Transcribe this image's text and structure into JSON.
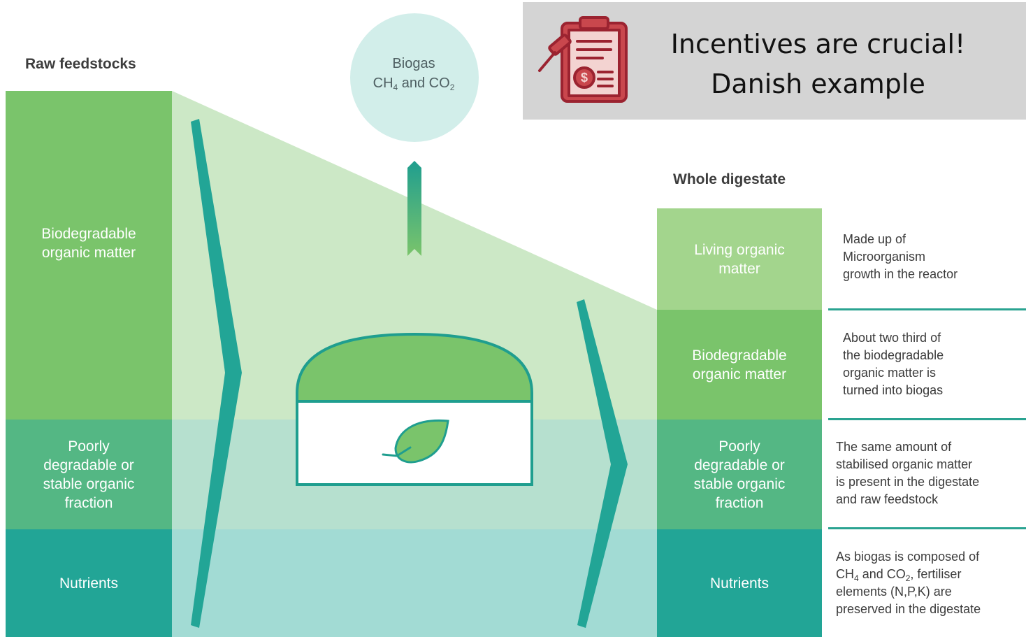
{
  "banner": {
    "title": "Incentives are crucial!\nDanish example",
    "icon": "clipboard-gavel-dollar-icon",
    "icon_color": "#9b2330"
  },
  "raw_feedstocks": {
    "heading": "Raw feedstocks",
    "biodegradable": "Biodegradable\norganic matter",
    "poorly": "Poorly\ndegradable or\nstable organic\nfraction",
    "nutrients": "Nutrients"
  },
  "biogas": {
    "line1": "Biogas",
    "ch": "CH",
    "ch_sub": "4",
    "and": " and CO",
    "co_sub": "2"
  },
  "whole_digestate": {
    "heading": "Whole digestate",
    "living": "Living organic\nmatter",
    "biodegradable": "Biodegradable\norganic matter",
    "poorly": "Poorly\ndegradable or\nstable organic\nfraction",
    "nutrients": "Nutrients"
  },
  "descriptions": {
    "living": "Made up of\nMicroorganism\ngrowth in the reactor",
    "biodegradable": "About two third of\nthe biodegradable\norganic matter is\nturned into biogas",
    "poorly": "The same amount of\nstabilised organic matter\nis present in the digestate\nand raw feedstock",
    "nutrients_prefix": "As biogas is composed of",
    "nutrients_ch": "CH",
    "nutrients_ch_sub": "4",
    "nutrients_and": " and CO",
    "nutrients_co_sub": "2",
    "nutrients_rest": ", fertiliser\nelements (N,P,K) are\npreserved in the digestate"
  },
  "colors": {
    "light_green": "#a3d58d",
    "green": "#7ac46b",
    "mid_green": "#54b784",
    "teal": "#22a596",
    "arrow_teal": "#1f9e8f",
    "bubble": "#d2eeea"
  }
}
